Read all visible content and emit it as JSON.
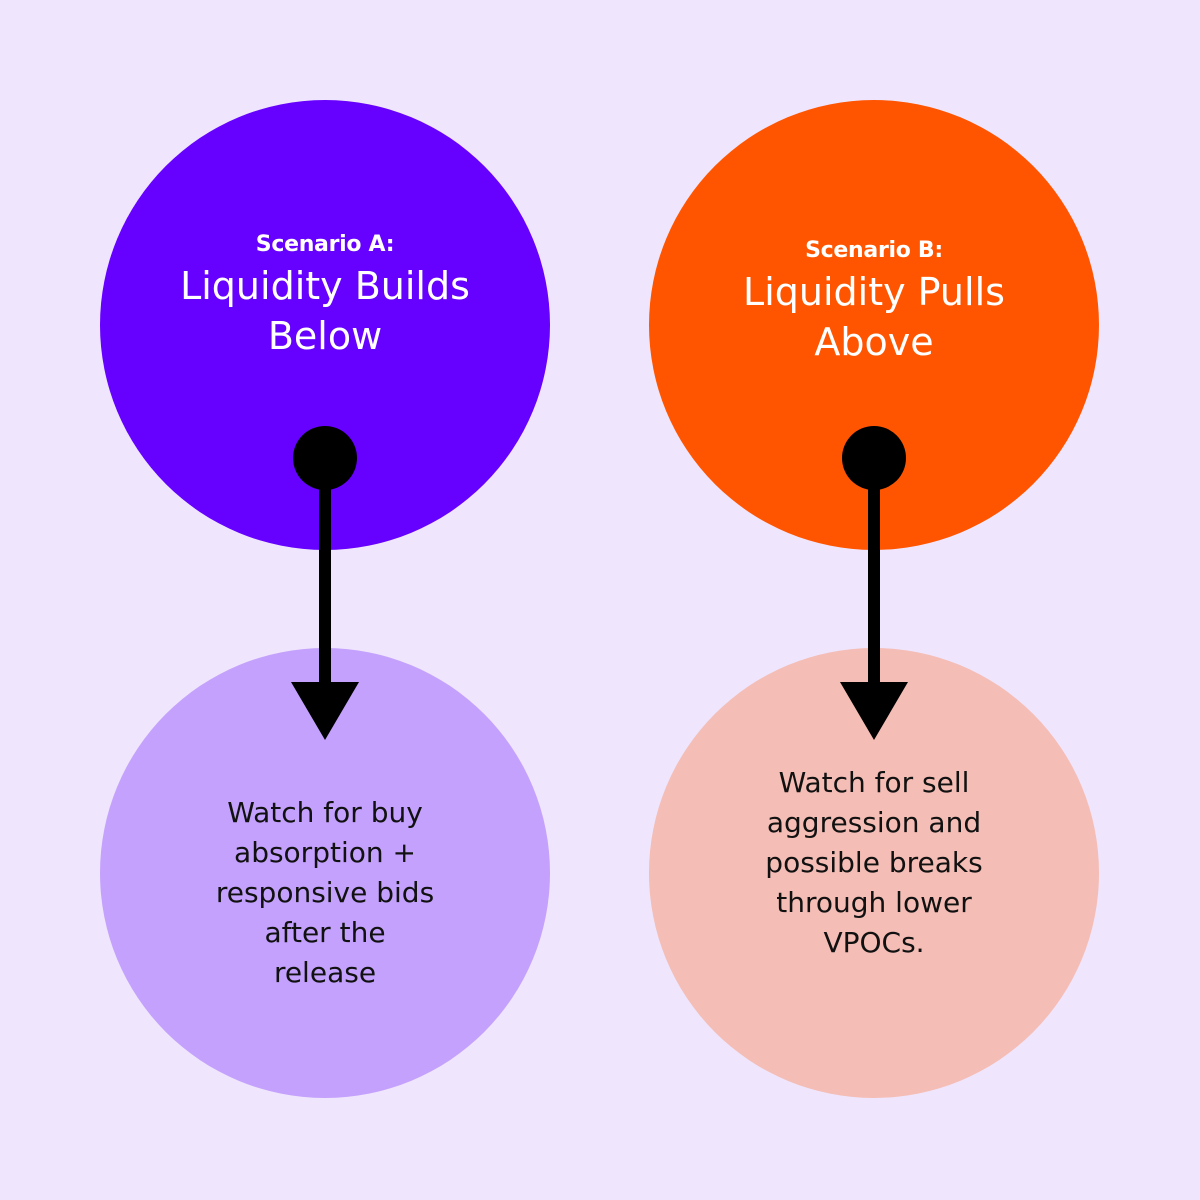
{
  "colors": {
    "background": "#EFE5FC",
    "scenario_a_top": "#6600FF",
    "scenario_a_bottom": "#C4A1FC",
    "scenario_b_top": "#FF5500",
    "scenario_b_bottom": "#F4BDB5",
    "connector": "#000000"
  },
  "scenario_a": {
    "label": "Scenario A:",
    "title_line1": "Liquidity Builds",
    "title_line2": "Below",
    "body": "Watch for buy absorption + responsive bids after the release"
  },
  "scenario_b": {
    "label": "Scenario B:",
    "title_line1": "Liquidity Pulls",
    "title_line2": "Above",
    "body": "Watch for sell aggression and possible breaks through lower VPOCs."
  }
}
